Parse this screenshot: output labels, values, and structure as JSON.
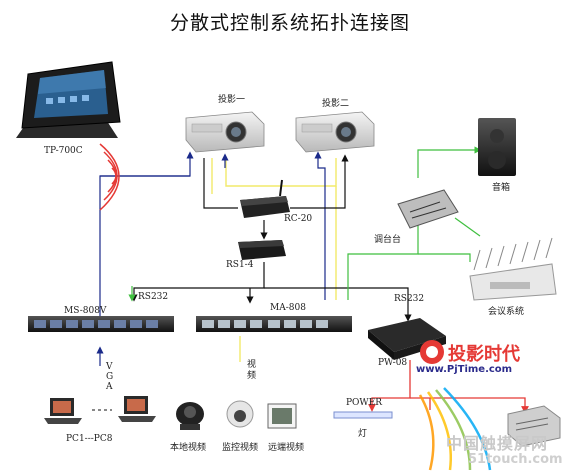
{
  "title": "分散式控制系统拓扑连接图",
  "labels": {
    "tp700c": "TP-700C",
    "projector1": "投影一",
    "projector2": "投影二",
    "speaker": "音箱",
    "rc20": "RC-20",
    "rs14": "RS1-4",
    "mixer": "调台台",
    "conference": "会议系统",
    "rs232_left": "RS232",
    "rs232_right": "RS232",
    "ms808v": "MS-808V",
    "ma808": "MA-808",
    "pw08": "PW-08",
    "vga": "VGA",
    "video": "视频",
    "power": "POWER",
    "lamp": "灯",
    "pcs": "PC1---PC8",
    "local_video": "本地视频",
    "monitor_video": "监控视频",
    "remote_video": "远端视频"
  },
  "watermark": {
    "brand_cn": "投影时代",
    "brand_url": "www.PjTime.com",
    "site_cn": "中国触摸屏网",
    "site_url": "51touch.com"
  },
  "colors": {
    "blue": "#1a2a8a",
    "yellow": "#f2ea6a",
    "black": "#111111",
    "green": "#3fbf3f",
    "red": "#e53935"
  }
}
